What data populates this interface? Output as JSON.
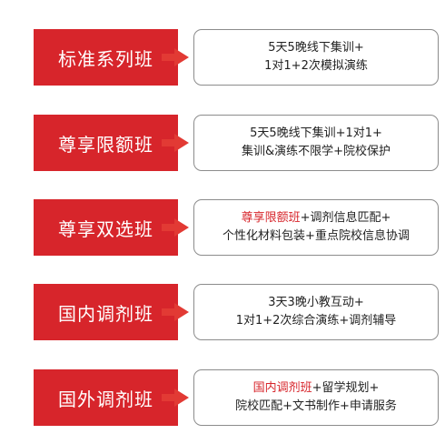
{
  "rows": [
    {
      "label": "标准系列班",
      "line1": [
        {
          "text": "5天5晚线下集训+",
          "highlight": false
        }
      ],
      "line2": [
        {
          "text": "1对1+2次模拟演练",
          "highlight": false
        }
      ]
    },
    {
      "label": "尊享限额班",
      "line1": [
        {
          "text": "5天5晚线下集训+1对1+",
          "highlight": false
        }
      ],
      "line2": [
        {
          "text": "集训&演练不限学+院校保护",
          "highlight": false
        }
      ]
    },
    {
      "label": "尊享双选班",
      "line1": [
        {
          "text": "尊享限额班",
          "highlight": true
        },
        {
          "text": "+调剂信息匹配+",
          "highlight": false
        }
      ],
      "line2": [
        {
          "text": "个性化材料包装+重点院校信息协调",
          "highlight": false
        }
      ]
    },
    {
      "label": "国内调剂班",
      "line1": [
        {
          "text": "3天3晚小教互动+",
          "highlight": false
        }
      ],
      "line2": [
        {
          "text": "1对1+2次综合演练+调剂辅导",
          "highlight": false
        }
      ]
    },
    {
      "label": "国外调剂班",
      "line1": [
        {
          "text": "国内调剂班",
          "highlight": true
        },
        {
          "text": "+留学规划+",
          "highlight": false
        }
      ],
      "line2": [
        {
          "text": "院校匹配+文书制作+申请服务",
          "highlight": false
        }
      ]
    }
  ],
  "colors": {
    "label_bg": "#d7252b",
    "highlight": "#d7252b",
    "arrow": "#e23a34"
  }
}
